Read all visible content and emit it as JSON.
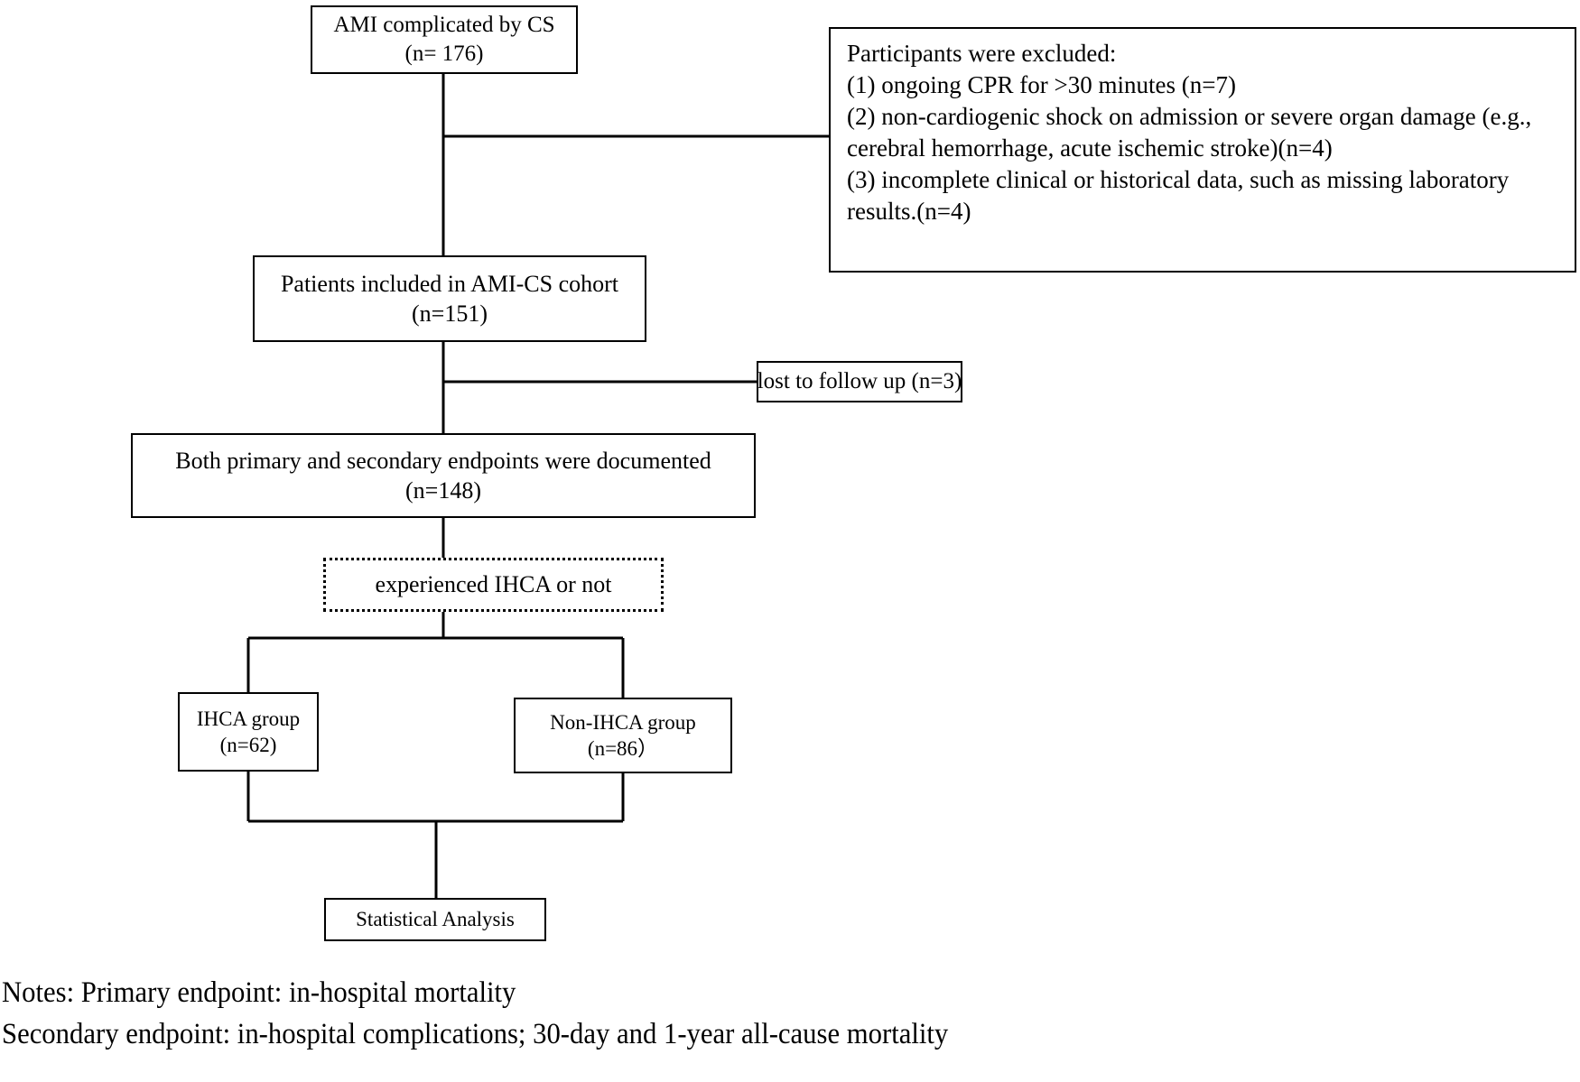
{
  "diagram": {
    "type": "flowchart",
    "title": "AMI-CS study participant flow diagram",
    "nodes": {
      "ami": {
        "name": "ami-complicated-by-cs",
        "lines": [
          "AMI complicated by CS",
          "(n= 176)"
        ]
      },
      "excluded": {
        "name": "participants-excluded",
        "lines": [
          "Participants were excluded:",
          "(1) ongoing CPR for >30 minutes (n=7)",
          "(2) non-cardiogenic shock on admission or severe organ damage (e.g., cerebral hemorrhage, acute ischemic stroke)(n=4)",
          "(3) incomplete clinical or historical data, such as missing laboratory results.(n=4)"
        ]
      },
      "included": {
        "name": "patients-included-cohort",
        "lines": [
          "Patients included in AMI-CS cohort",
          "(n=151)"
        ]
      },
      "lost": {
        "name": "lost-to-follow-up",
        "lines": [
          "lost to follow up (n=3)"
        ]
      },
      "endpoints": {
        "name": "endpoints-documented",
        "lines": [
          "Both primary and secondary endpoints were documented",
          "(n=148)"
        ]
      },
      "ihca_question": {
        "name": "experienced-ihca-or-not",
        "lines": [
          "experienced IHCA or not"
        ]
      },
      "ihca": {
        "name": "ihca-group",
        "lines": [
          "IHCA group",
          "(n=62)"
        ]
      },
      "nonihca": {
        "name": "non-ihca-group",
        "lines": [
          "Non-IHCA group",
          "(n=86）"
        ]
      },
      "stats": {
        "name": "statistical-analysis",
        "lines": [
          "Statistical Analysis"
        ]
      }
    },
    "notes": {
      "line1": "Notes: Primary endpoint: in-hospital mortality",
      "line2": "Secondary endpoint: in-hospital complications; 30-day and 1-year all-cause mortality"
    },
    "colors": {
      "background": "#ffffff",
      "stroke": "#000000",
      "text": "#000000"
    }
  }
}
